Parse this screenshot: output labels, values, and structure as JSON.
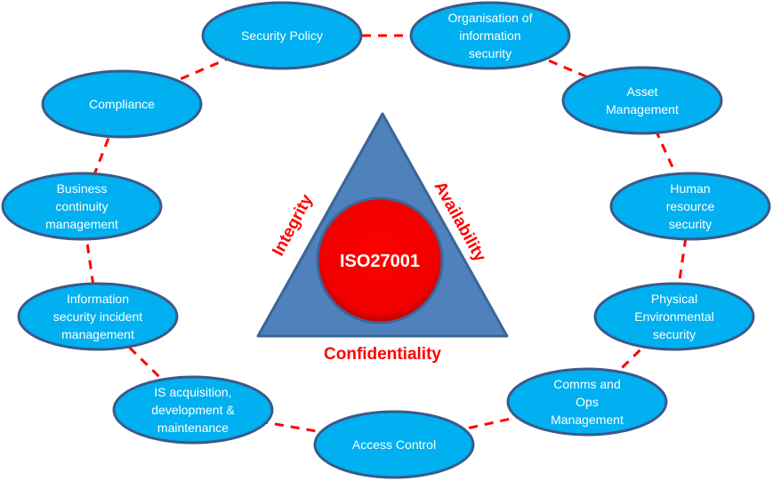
{
  "colors": {
    "node_fill": "#00b0f0",
    "node_stroke": "#3a5a8a",
    "link": "#ff0000",
    "triangle": "#4f81bd",
    "circle": "#ff0000"
  },
  "center": {
    "title": "ISO27001",
    "integrity": "Integrity",
    "availability": "Availability",
    "confidentiality": "Confidentiality"
  },
  "nodes": [
    {
      "lines": [
        "Security Policy"
      ]
    },
    {
      "lines": [
        "Organisation of",
        "information",
        "security"
      ]
    },
    {
      "lines": [
        "Asset",
        "Management"
      ]
    },
    {
      "lines": [
        "Human",
        "resource",
        "security"
      ]
    },
    {
      "lines": [
        "Physical",
        "Environmental",
        "security"
      ]
    },
    {
      "lines": [
        "Comms and",
        "Ops",
        "Management"
      ]
    },
    {
      "lines": [
        "Access Control"
      ]
    },
    {
      "lines": [
        "IS acquisition,",
        "development &",
        "maintenance"
      ]
    },
    {
      "lines": [
        "Information",
        "security incident",
        "management"
      ]
    },
    {
      "lines": [
        "Business",
        "continuity",
        "management"
      ]
    },
    {
      "lines": [
        "Compliance"
      ]
    }
  ]
}
